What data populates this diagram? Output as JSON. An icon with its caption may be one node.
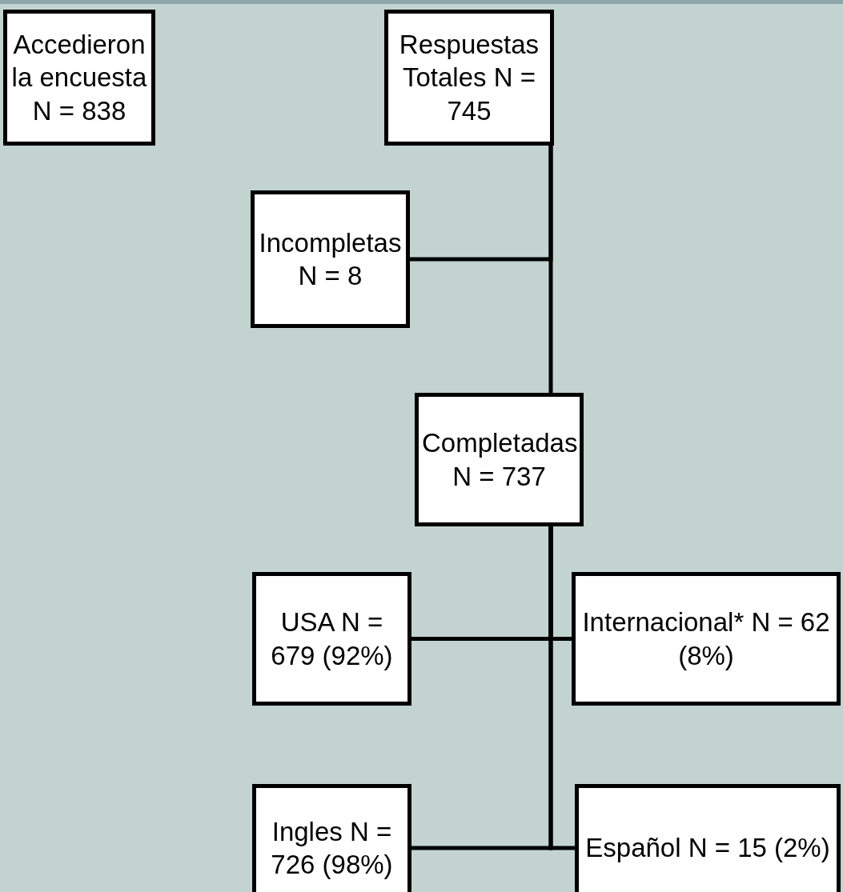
{
  "diagram": {
    "nodes": [
      {
        "text": [
          "Accedieron la encuesta N = 838"
        ]
      },
      {
        "text": [
          "Respuestas Totales N = 745"
        ]
      },
      {
        "text": [
          "Incompletas N = 8"
        ]
      },
      {
        "text": [
          "Completadas N = 737"
        ]
      },
      {
        "text": [
          "USA N = 679 (92%)"
        ]
      },
      {
        "text": [
          "Internacional* N = 62 (8%)"
        ]
      },
      {
        "text": [
          "Ingles N = 726 (98%)"
        ]
      },
      {
        "text": [
          "Español N = 15 (2%)"
        ]
      }
    ],
    "edges": [
      {
        "from": 1,
        "to": 2,
        "arrow": "none"
      },
      {
        "from": 1,
        "to": 3,
        "arrow": "none"
      },
      {
        "from": 3,
        "to": 4,
        "arrow": "none"
      },
      {
        "from": 3,
        "to": 5,
        "arrow": "none"
      },
      {
        "from": 3,
        "to": 6,
        "arrow": "none"
      },
      {
        "from": 3,
        "to": 7,
        "arrow": "none"
      }
    ]
  }
}
